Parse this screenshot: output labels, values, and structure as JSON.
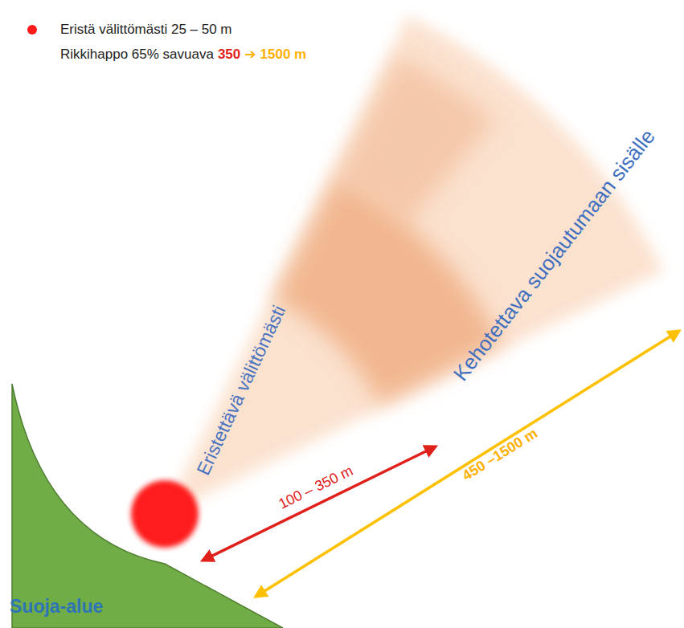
{
  "diagram": {
    "labels": [
      "Rikkihappo 65% savuava",
      "350",
      "➔",
      "1500 m",
      "Eristettävä välittömästi",
      "Kehotettava suojautumaan sisälle",
      "100 – 350 m",
      "450 –1500 m",
      "Suoja-alue"
    ],
    "legend": [
      {
        "text": "Eristä välittömästi 25 – 50 m",
        "color": "#ff1a1a"
      }
    ]
  }
}
